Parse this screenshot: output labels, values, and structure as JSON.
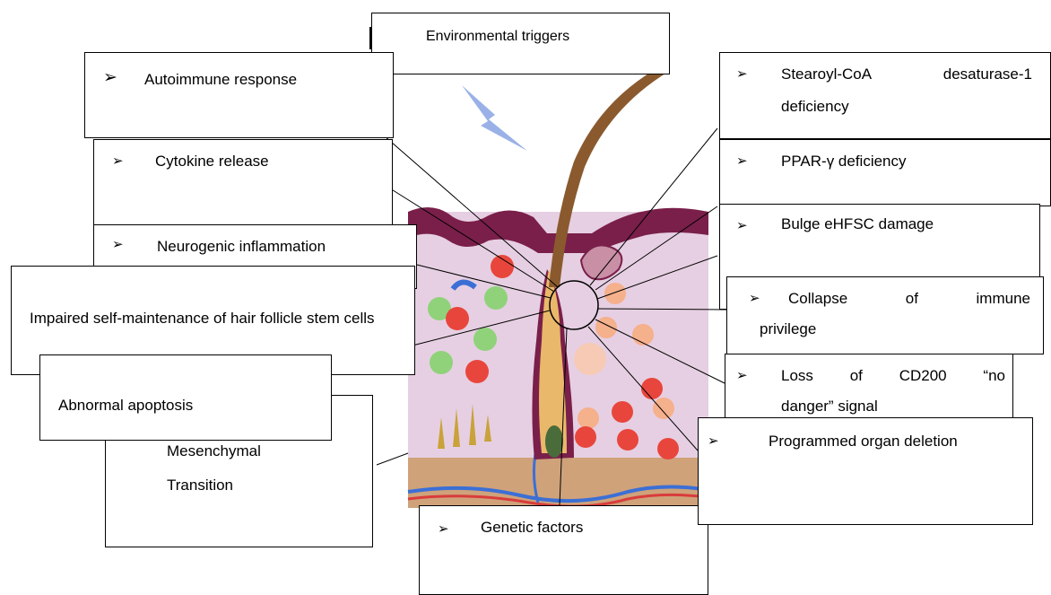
{
  "labels": {
    "environmental": "Environmental triggers",
    "autoimmune": "Autoimmune  response",
    "cytokine": "Cytokine release",
    "neurogenic": "Neurogenic inflammation",
    "impaired": "Impaired self-maintenance of hair follicle stem cells",
    "apoptosis": "Abnormal apoptosis",
    "mesenchymal_1": "Mesenchymal",
    "mesenchymal_2": "Transition",
    "genetic": "Genetic factors",
    "stearoyl_1": "Stearoyl-CoA desaturase-1",
    "stearoyl_2": "deficiency",
    "ppar": "PPAR-γ deficiency",
    "bulge": "Bulge eHFSC damage",
    "collapse_1": "Collapse of immune",
    "collapse_2": "privilege",
    "cd200_1": "Loss of CD200 “no",
    "cd200_2": "danger” signal",
    "programmed": "Programmed organ deletion"
  },
  "bullet_symbol": "➢",
  "colors": {
    "skin": "#e6cfe2",
    "epidermis": "#7a1f4a",
    "dermis_base": "#cfa27a",
    "hair": "#8a5a2e",
    "bulb": "#e9b86a",
    "lightning": "#8fa9e6",
    "red_cell": "#e8463c",
    "green_cell": "#8fd27a",
    "peach_cell": "#f5b08c",
    "vessel_blue": "#3b6fd6",
    "vessel_red": "#d93c3c"
  }
}
